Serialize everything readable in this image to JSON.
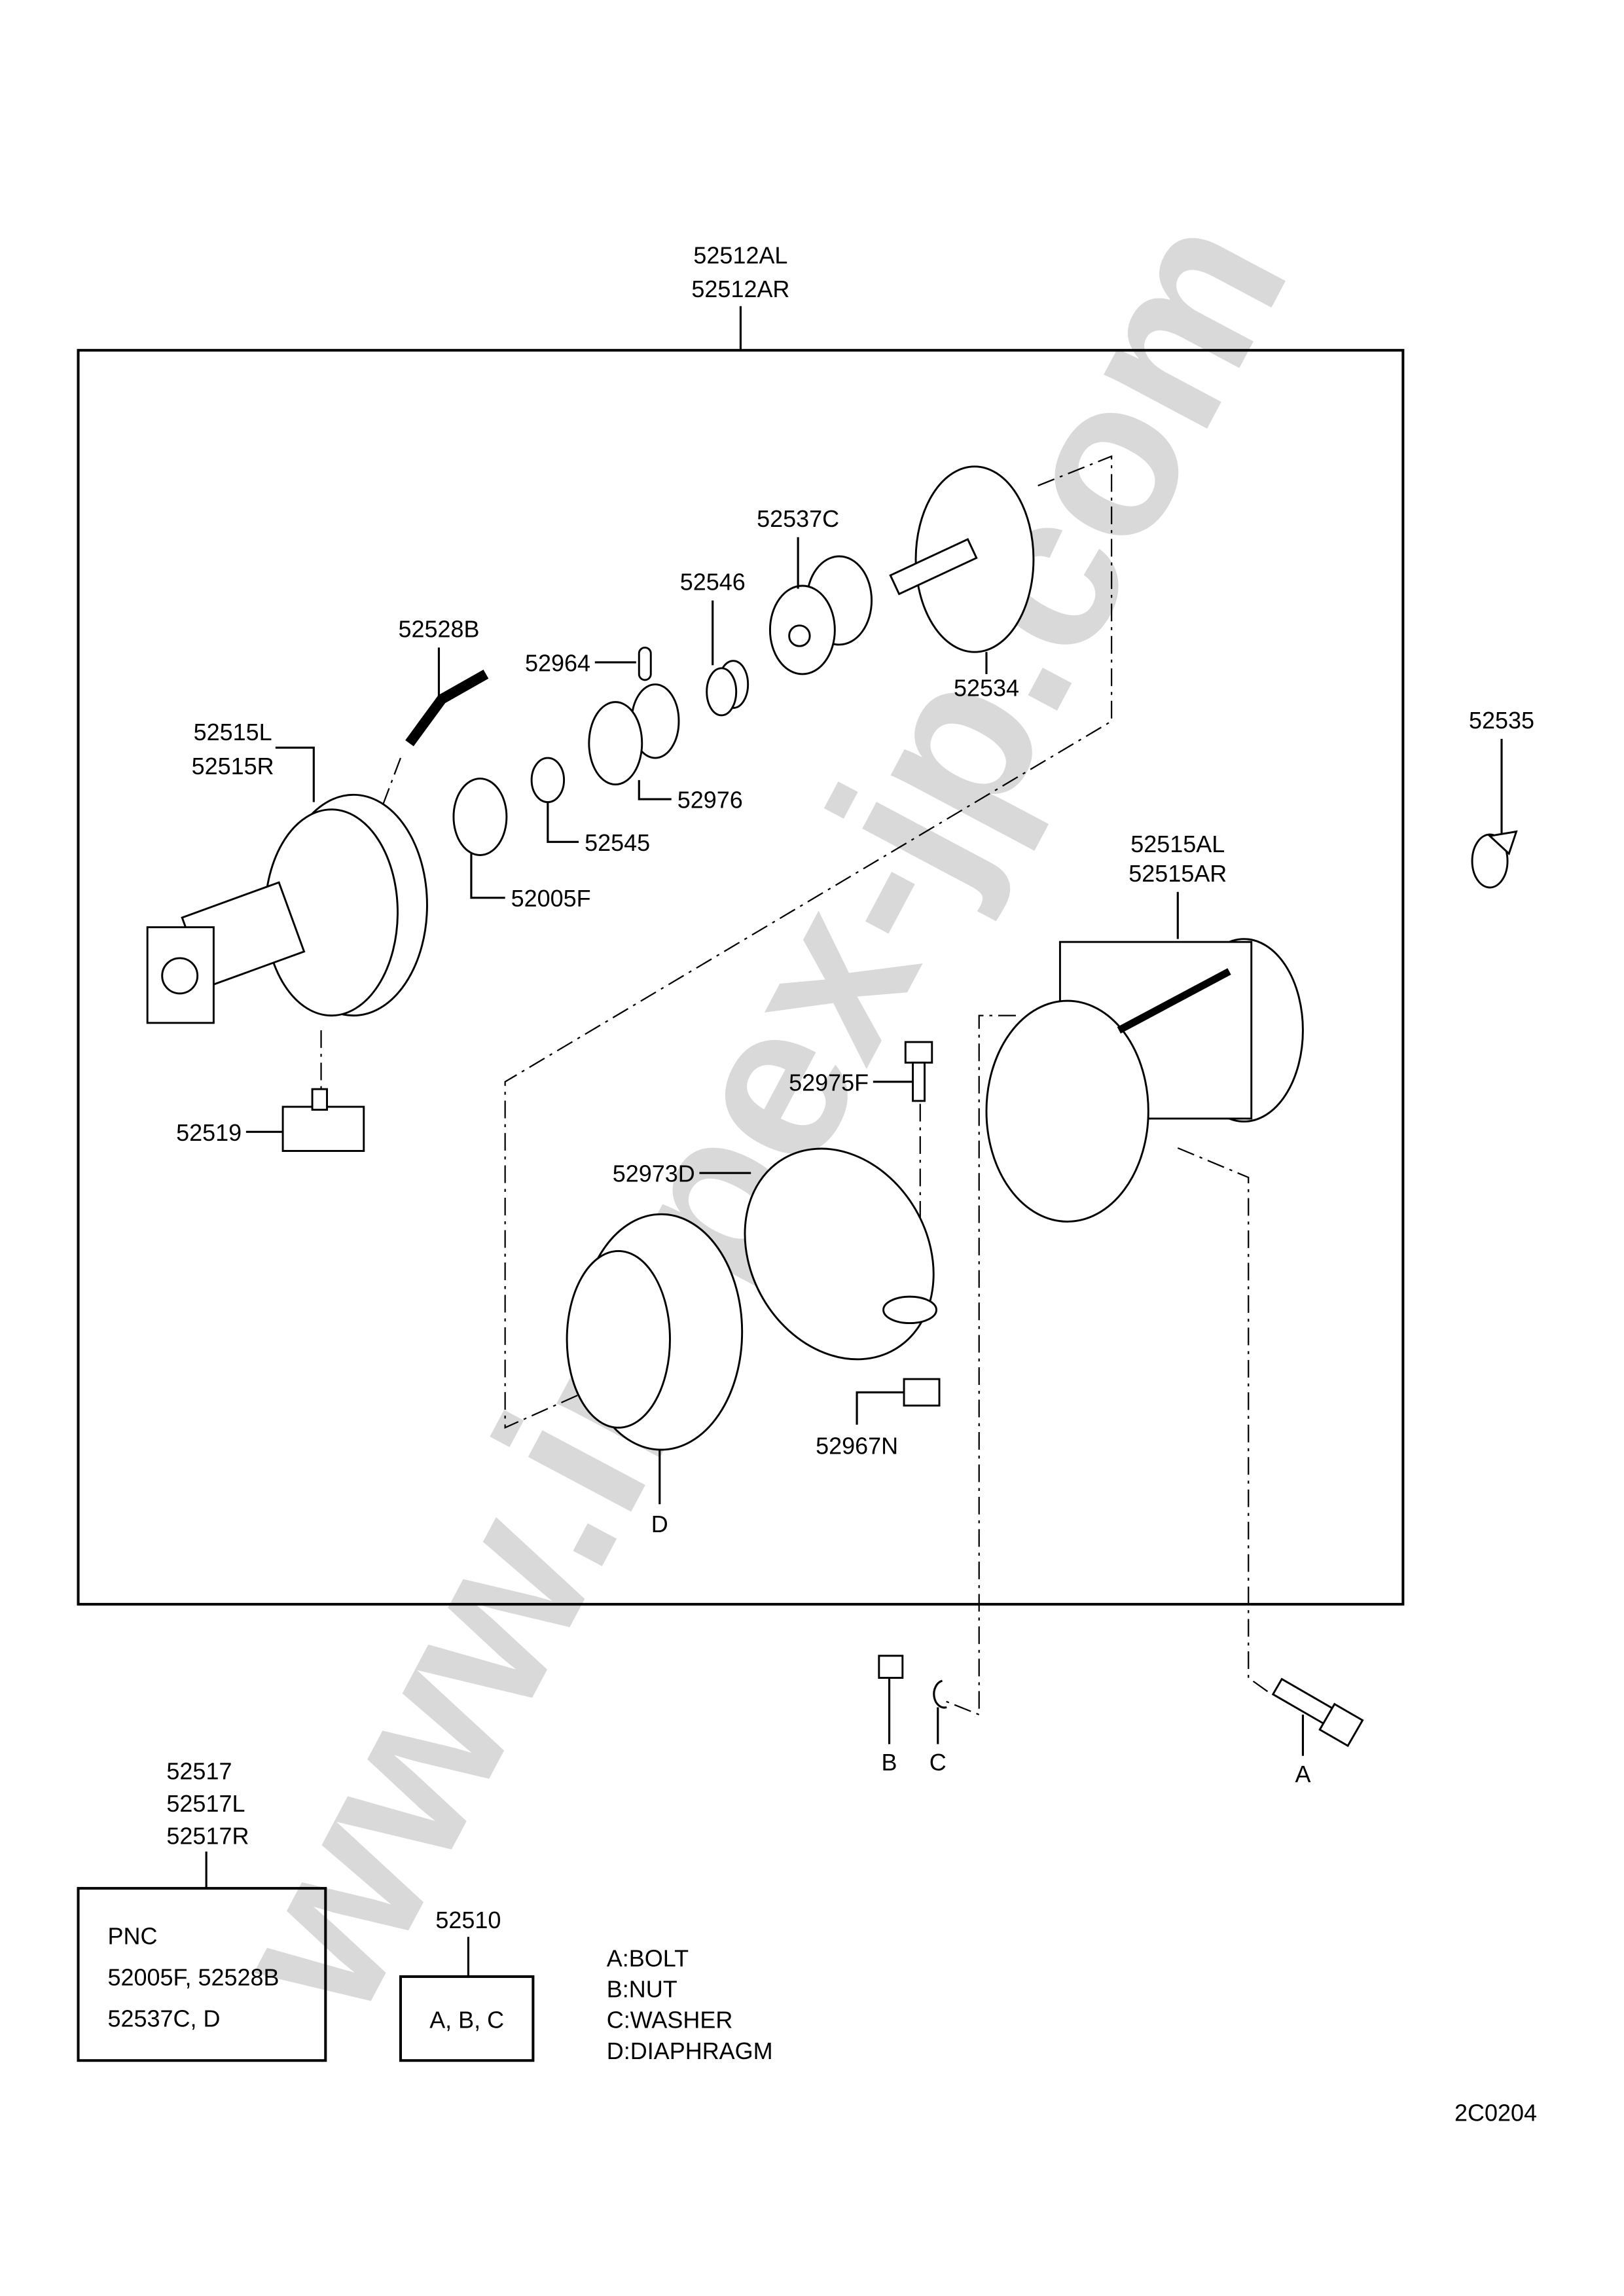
{
  "diagram": {
    "group_label": [
      "52512AL",
      "52512AR"
    ],
    "parts": {
      "p52528B": "52528B",
      "p52964": "52964",
      "p52546": "52546",
      "p52537C": "52537C",
      "p52534": "52534",
      "p52515L": "52515L",
      "p52515R": "52515R",
      "p52976": "52976",
      "p52545": "52545",
      "p52005F": "52005F",
      "p52535": "52535",
      "p52515AL": "52515AL",
      "p52515AR": "52515AR",
      "p52519": "52519",
      "p52975F": "52975F",
      "p52973D": "52973D",
      "p52967N": "52967N",
      "D": "D",
      "B": "B",
      "C": "C",
      "A": "A"
    },
    "kit1": {
      "labels": [
        "52517",
        "52517L",
        "52517R"
      ],
      "lines": [
        "PNC",
        "52005F, 52528B",
        "52537C, D"
      ]
    },
    "kit2": {
      "label": "52510",
      "content": "A, B, C"
    },
    "legend": [
      "A:BOLT",
      "B:NUT",
      "C:WASHER",
      "D:DIAPHRAGM"
    ],
    "drawing_code": "2C0204",
    "watermark": "www.impex-jp.com"
  }
}
